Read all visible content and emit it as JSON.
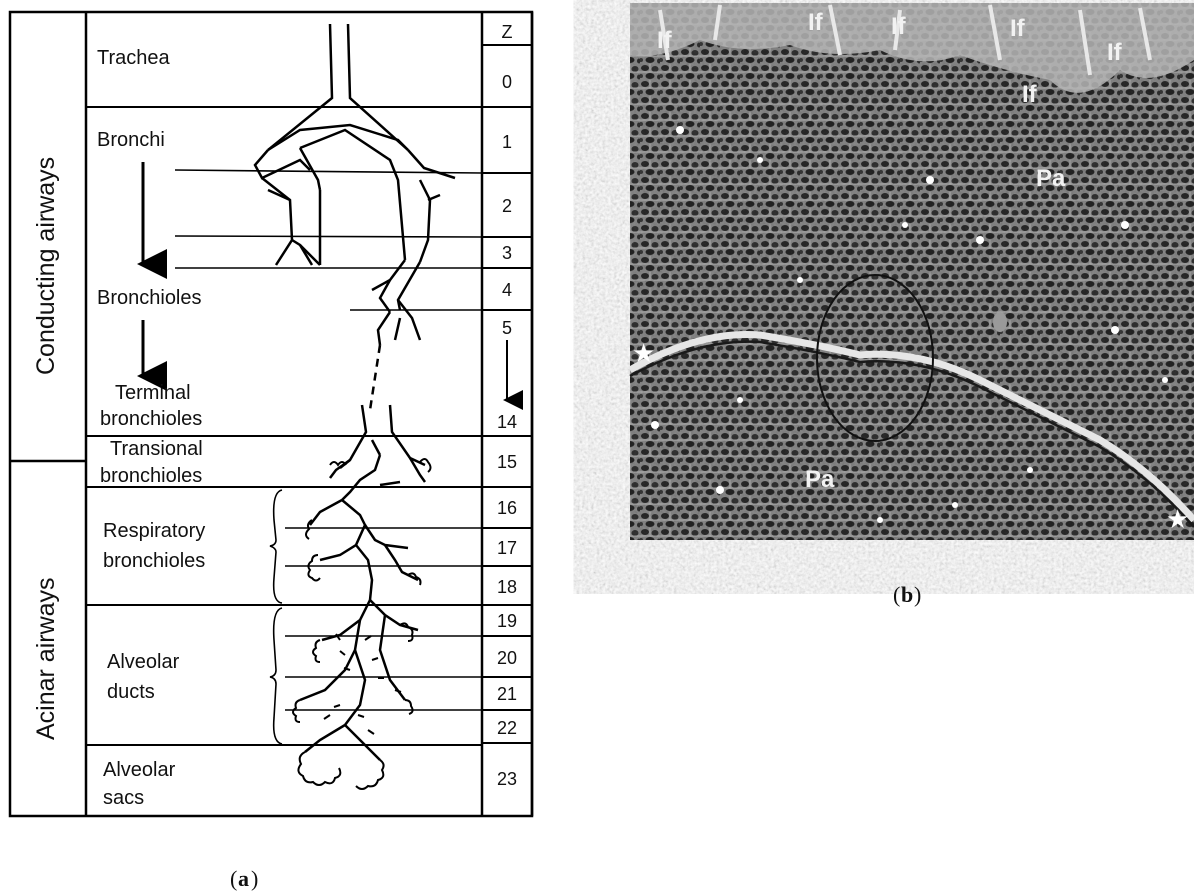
{
  "panel_a": {
    "caption_letter": "a",
    "groups": [
      "Conducting airways",
      "Acinar airways"
    ],
    "zone_header": "Z",
    "zones": [
      "0",
      "1",
      "2",
      "3",
      "4",
      "5",
      "14",
      "15",
      "16",
      "17",
      "18",
      "19",
      "20",
      "21",
      "22",
      "23"
    ],
    "labels": {
      "trachea": "Trachea",
      "bronchi": "Bronchi",
      "bronchioles": "Bronchioles",
      "terminal_1": "Terminal",
      "terminal_2": "bronchioles",
      "transitional_1": "Transional",
      "transitional_2": "bronchioles",
      "respiratory_1": "Respiratory",
      "respiratory_2": "bronchioles",
      "ducts_1": "Alveolar",
      "ducts_2": "ducts",
      "sacs_1": "Alveolar",
      "sacs_2": "sacs"
    }
  },
  "panel_b": {
    "caption_letter": "b",
    "micrograph_labels": [
      "If",
      "If",
      "If",
      "If",
      "If",
      "If",
      "Pa",
      "Pa"
    ],
    "description_icon": "sem-micrograph-image"
  }
}
